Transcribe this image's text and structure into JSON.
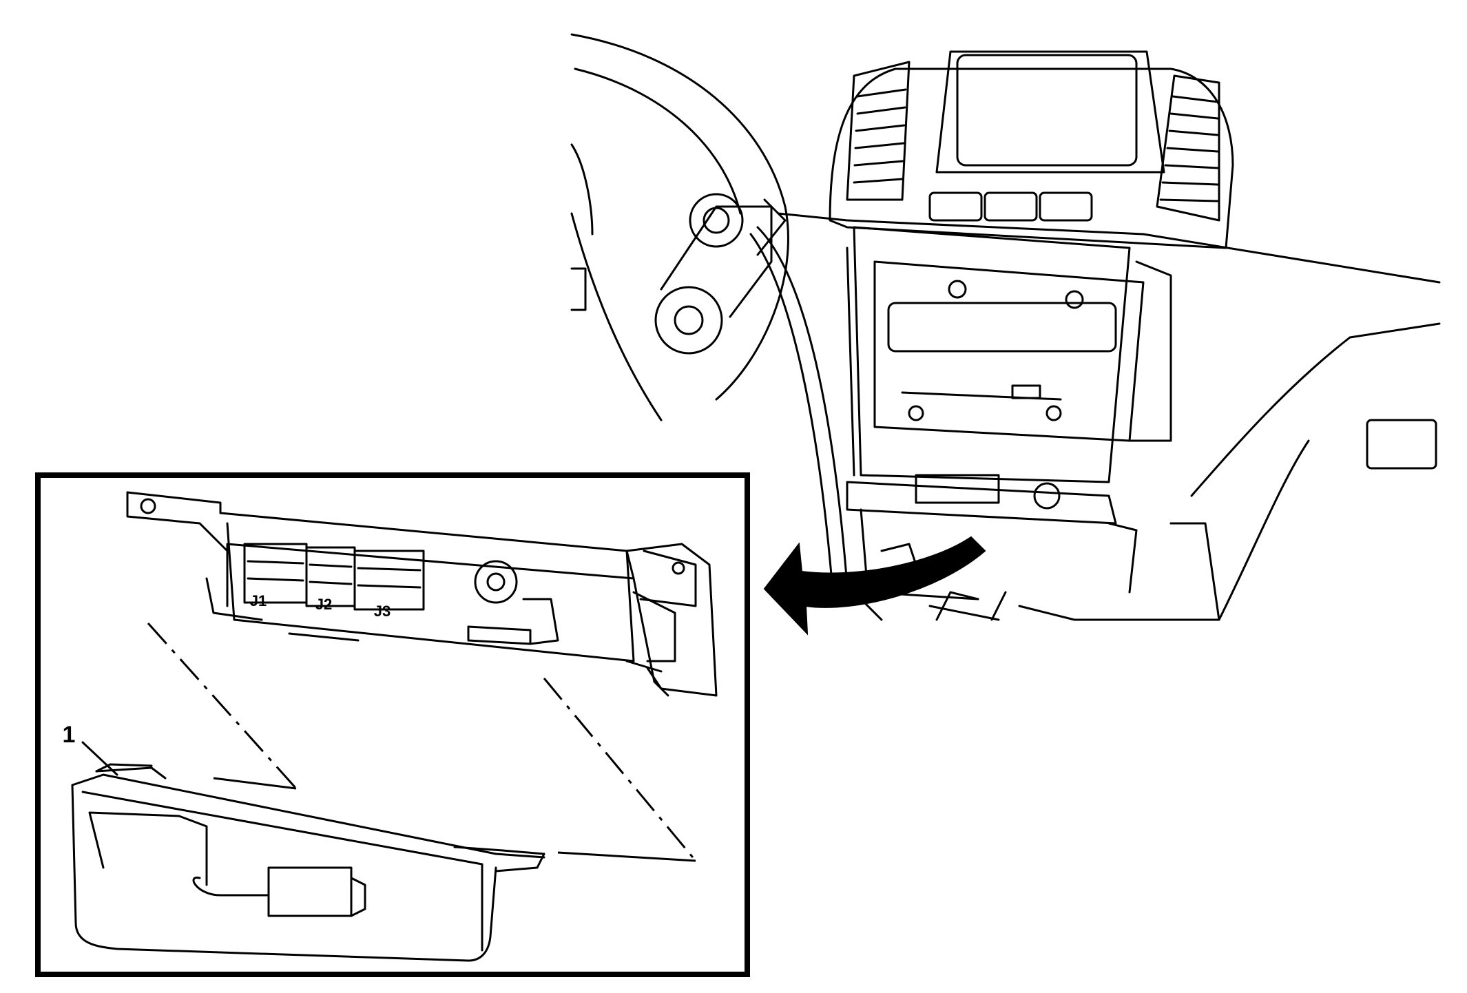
{
  "connectors": {
    "j1": "J1",
    "j2": "J2",
    "j3": "J3"
  },
  "callouts": {
    "item_1": "1"
  },
  "colors": {
    "line": "#000000",
    "background": "#ffffff"
  }
}
